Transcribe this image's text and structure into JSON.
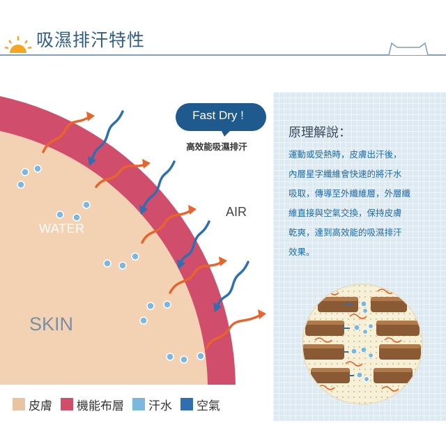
{
  "header": {
    "title": "吸濕排汗特性"
  },
  "diagram": {
    "bubble_title": "Fast Dry !",
    "bubble_subtitle": "高效能吸濕排汗",
    "label_air": "AIR",
    "label_water": "WATER",
    "label_skin": "SKIN"
  },
  "panel": {
    "title": "原理解說：",
    "lines": [
      "運動或受熱時，皮膚出汗後，",
      "內層星字纖維會快速的將汗水",
      "吸取，傳導至外纖維層，外層纖",
      "維直接與空氣交換，保持皮膚",
      "乾爽，達到高效能的吸濕排汗",
      "效果。"
    ]
  },
  "legend": [
    {
      "label": "皮膚",
      "color": "#e9c4a0"
    },
    {
      "label": "機能布層",
      "color": "#d04d6c"
    },
    {
      "label": "汗水",
      "color": "#7ab8e0"
    },
    {
      "label": "空氣",
      "color": "#2e6fb0"
    }
  ],
  "colors": {
    "skin": "#f2d2b2",
    "fabric": "#d04d6c",
    "sweat": "#7ab8e0",
    "air": "#2e6fb0",
    "heat_arrow": "#e8642a",
    "title": "#2f5d87"
  },
  "icons": {
    "sun": "sun-icon",
    "cat": "cat-ears-icon"
  }
}
